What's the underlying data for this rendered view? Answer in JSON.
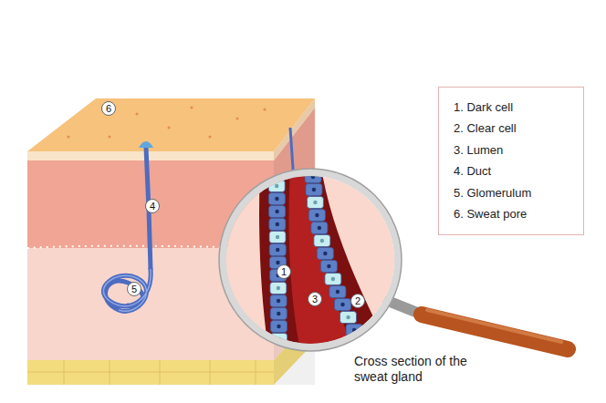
{
  "diagram": {
    "caption": "Cross section of the sweat gland",
    "nodes": [
      {
        "text": [
          "1. Dark cell",
          "2. Clear cell",
          "3. Lumen",
          "4. Duct",
          "5. Glomerulum",
          "6. Sweat pore"
        ]
      }
    ],
    "labels": [
      "6",
      "4",
      "5",
      "1",
      "3",
      "2"
    ]
  }
}
